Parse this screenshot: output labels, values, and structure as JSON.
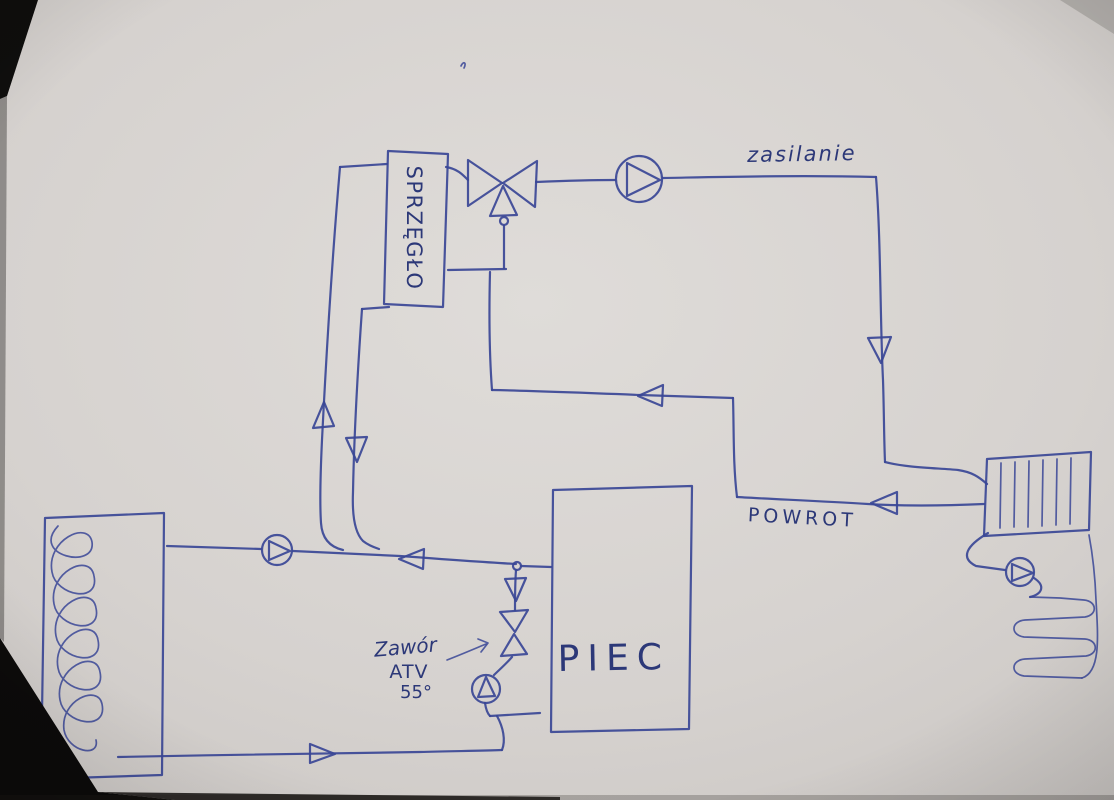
{
  "labels": {
    "separator": "SPRZĘGŁO",
    "supply": "zasilanie",
    "return": "POWROT",
    "boiler": "PIEC",
    "valve_atv": [
      "Zawór",
      "ATV",
      "55°"
    ]
  },
  "components": {
    "separator": "hydraulic-separator",
    "mixing_valve": "three-way-mixing-valve",
    "supply_pump": "circulation-pump",
    "buffer_pump": "circulation-pump",
    "boiler_pump": "circulation-pump",
    "floor_pump": "circulation-pump",
    "radiator": "radiator",
    "floor_coil": "floor-heating-coil",
    "buffer_tank": "buffer-tank-with-coil",
    "boiler": "boiler-piec",
    "atv_valve": "thermostatic-valve-ATV-55"
  },
  "colors": {
    "ink": "#3a4796",
    "ink_dark": "#2c3878",
    "paper": "#d7d3d0",
    "paper_light": "#dfdcd9",
    "paper_dark": "#c7c3c0",
    "photo_edge": "#0e0d0c"
  }
}
